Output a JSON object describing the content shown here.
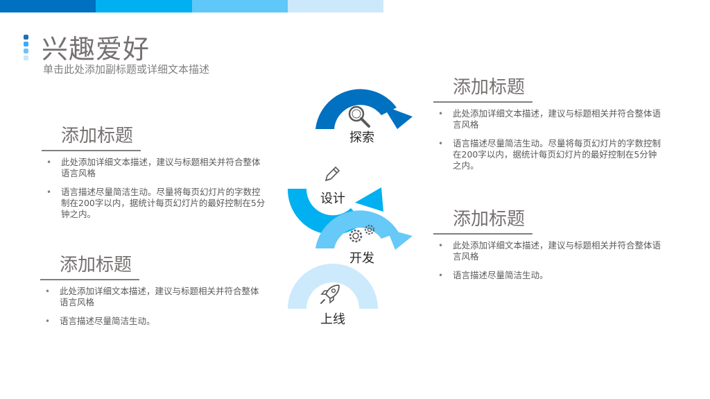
{
  "colors": {
    "bar": [
      "#0070c0",
      "#00b0f0",
      "#5fc8f8",
      "#cce9fb"
    ],
    "arc_explore": "#0070c0",
    "arc_design": "#00b0f0",
    "arc_develop": "#66c9f7",
    "arc_launch": "#cceafc",
    "dots": [
      "#1f6fb2",
      "#3fa9f5",
      "#6cc3f7",
      "#c9e6fb"
    ]
  },
  "header": {
    "title": "兴趣爱好",
    "subtitle": "单击此处添加副标题或详细文本描述"
  },
  "blocks": {
    "left1": {
      "title": "添加标题",
      "bullets": [
        "此处添加详细文本描述，建议与标题相关并符合整体语言风格",
        "语言描述尽量简洁生动。尽量将每页幻灯片的字数控制在200字以内，据统计每页幻灯片的最好控制在5分钟之内。"
      ]
    },
    "left2": {
      "title": "添加标题",
      "bullets": [
        "此处添加详细文本描述，建议与标题相关并符合整体语言风格",
        "语言描述尽量简洁生动。"
      ]
    },
    "right1": {
      "title": "添加标题",
      "bullets": [
        "此处添加详细文本描述，建议与标题相关并符合整体语言风格",
        "语言描述尽量简洁生动。尽量将每页幻灯片的字数控制在200字以内，据统计每页幻灯片的最好控制在5分钟之内。"
      ]
    },
    "right2": {
      "title": "添加标题",
      "bullets": [
        "此处添加详细文本描述，建议与标题相关并符合整体语言风格",
        "语言描述尽量简洁生动。"
      ]
    }
  },
  "stages": [
    {
      "label": "探索",
      "icon": "magnifier-icon"
    },
    {
      "label": "设计",
      "icon": "pencil-icon"
    },
    {
      "label": "开发",
      "icon": "gears-icon"
    },
    {
      "label": "上线",
      "icon": "rocket-icon"
    }
  ]
}
